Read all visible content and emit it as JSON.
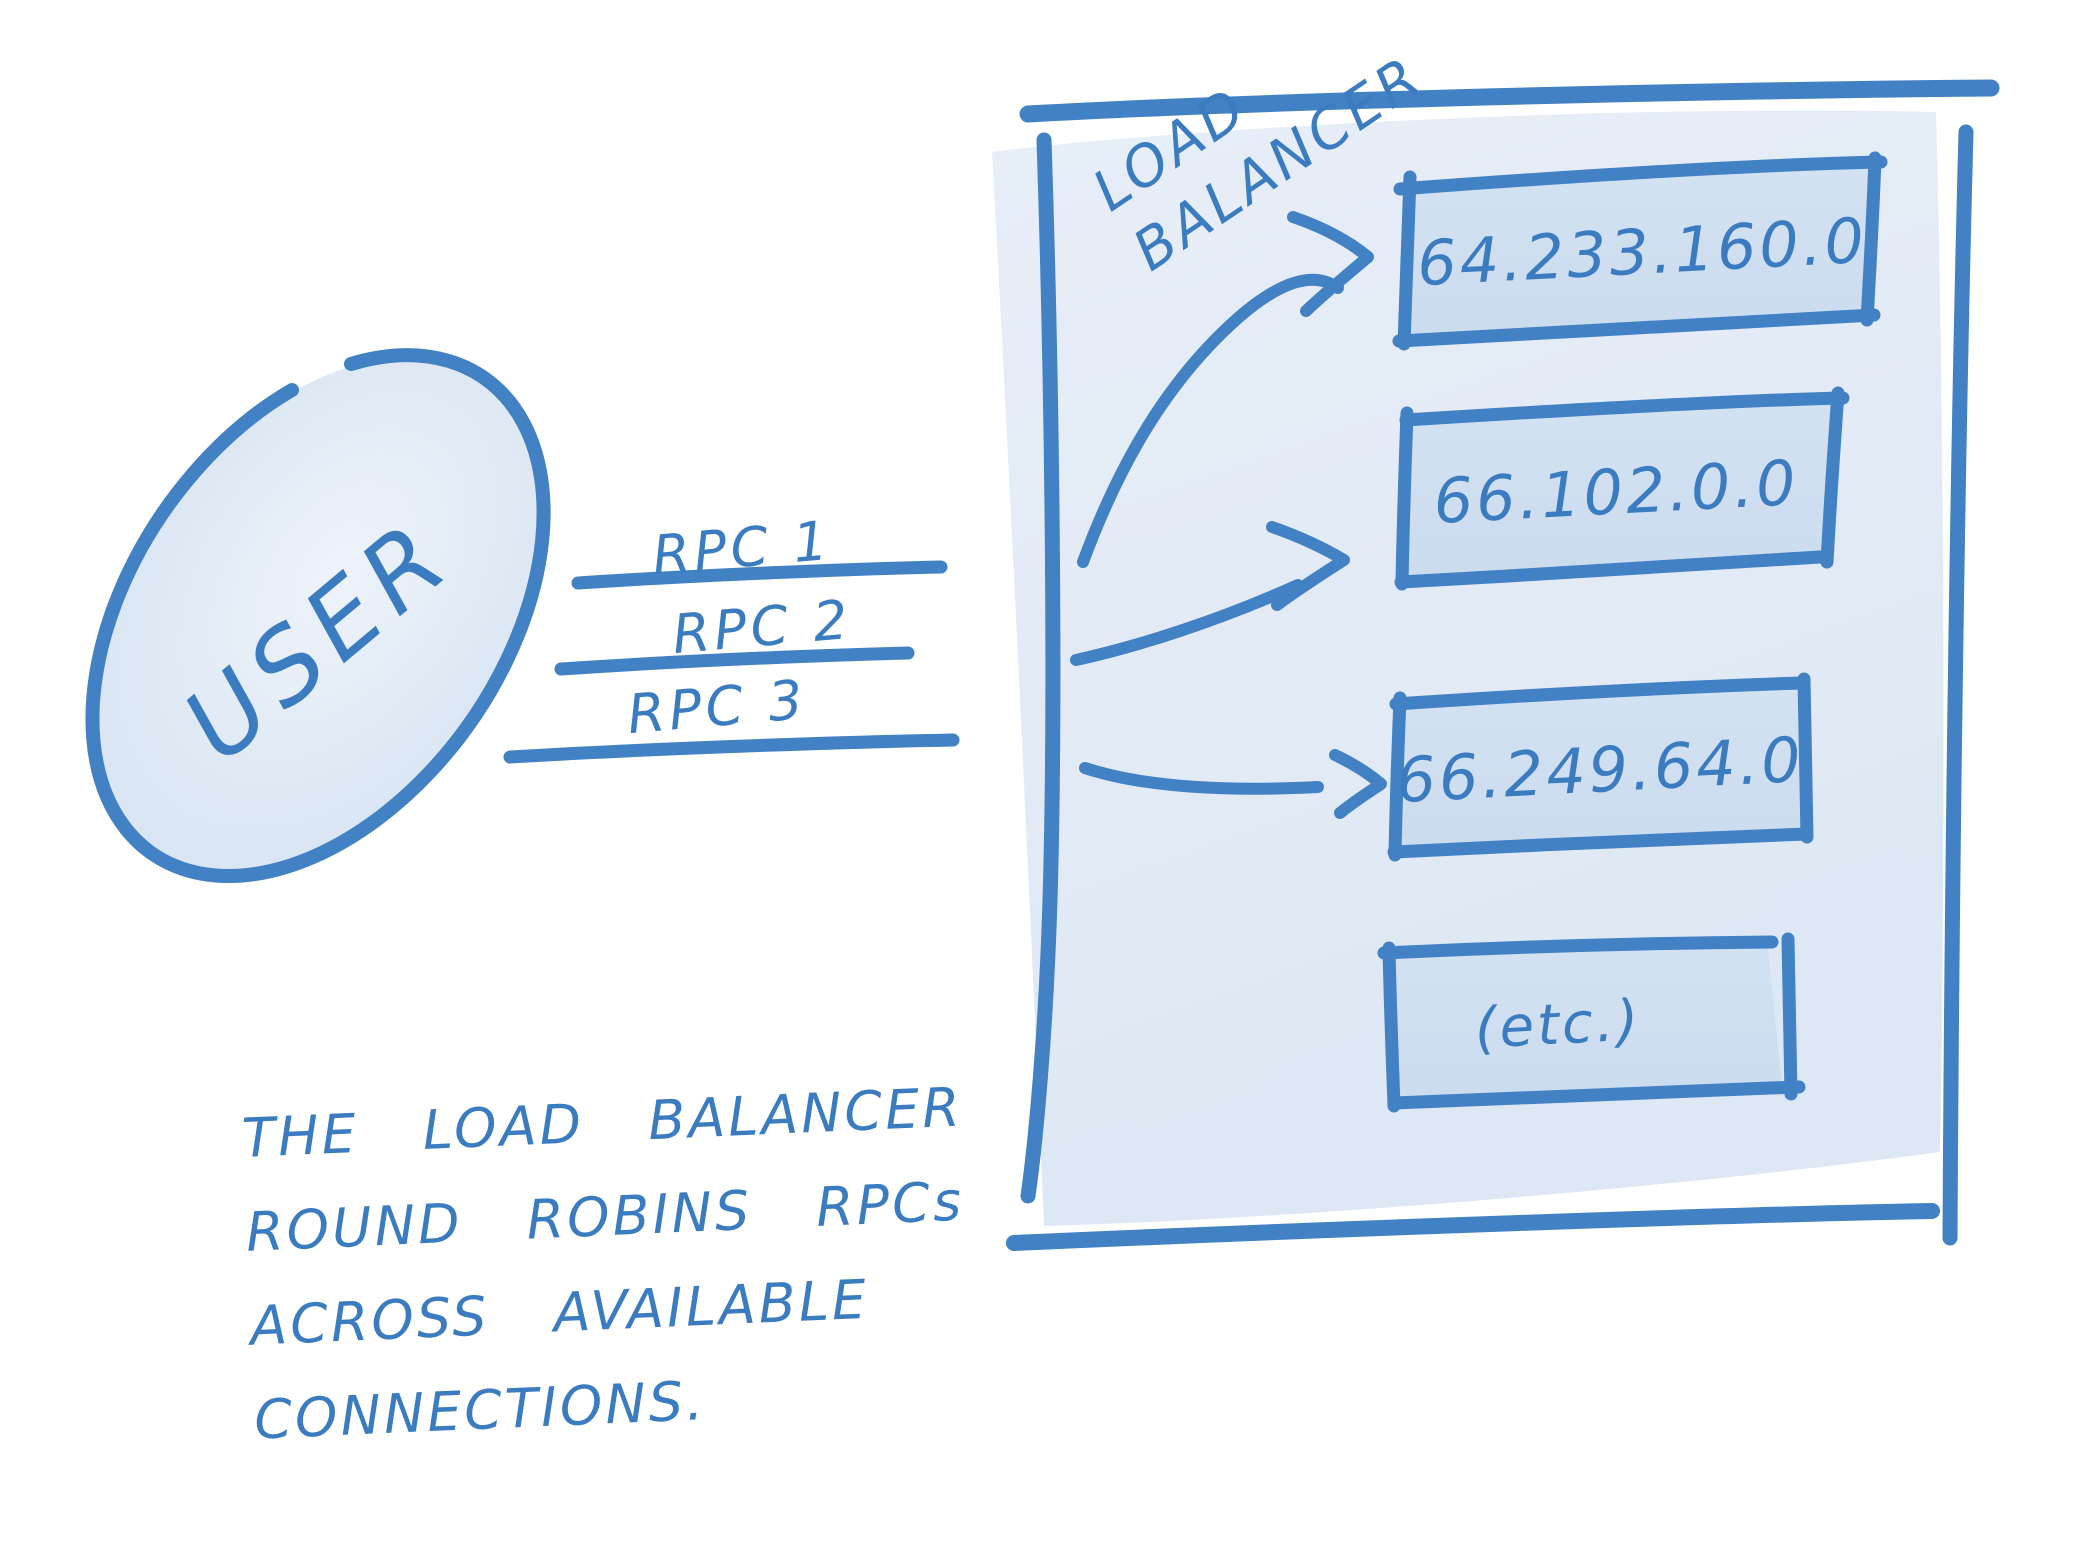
{
  "diagram": {
    "title": "Load balancer round-robin sketch",
    "user": {
      "label": "USER"
    },
    "rpcs": [
      {
        "label": "RPC 1"
      },
      {
        "label": "RPC 2"
      },
      {
        "label": "RPC 3"
      }
    ],
    "load_balancer": {
      "label_line1": "LOAD",
      "label_line2": "BALANCER",
      "servers": [
        "64.233.160.0",
        "66.102.0.0",
        "66.249.64.0",
        "(etc.)"
      ]
    },
    "caption": {
      "line1": "THE LOAD BALANCER",
      "line2": "ROUND ROBINS RPCs",
      "line3": "ACROSS AVAILABLE",
      "line4": "CONNECTIONS."
    },
    "colors": {
      "ink": "#4181c4",
      "panel_fill": "#e2eaf5",
      "box_fill": "#ccdeef",
      "ellipse_fill": "#dde8f4",
      "background": "#ffffff"
    }
  }
}
